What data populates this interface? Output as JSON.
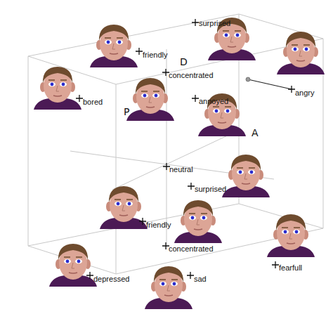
{
  "diagram": {
    "labels": [
      "surprised",
      "friendly",
      "D",
      "concentrated",
      "bored",
      "P",
      "annoyed",
      "angry",
      "A",
      "neutral",
      "surprised",
      "friendly",
      "concentrated",
      "depressed",
      "sad",
      "fearfull"
    ]
  }
}
